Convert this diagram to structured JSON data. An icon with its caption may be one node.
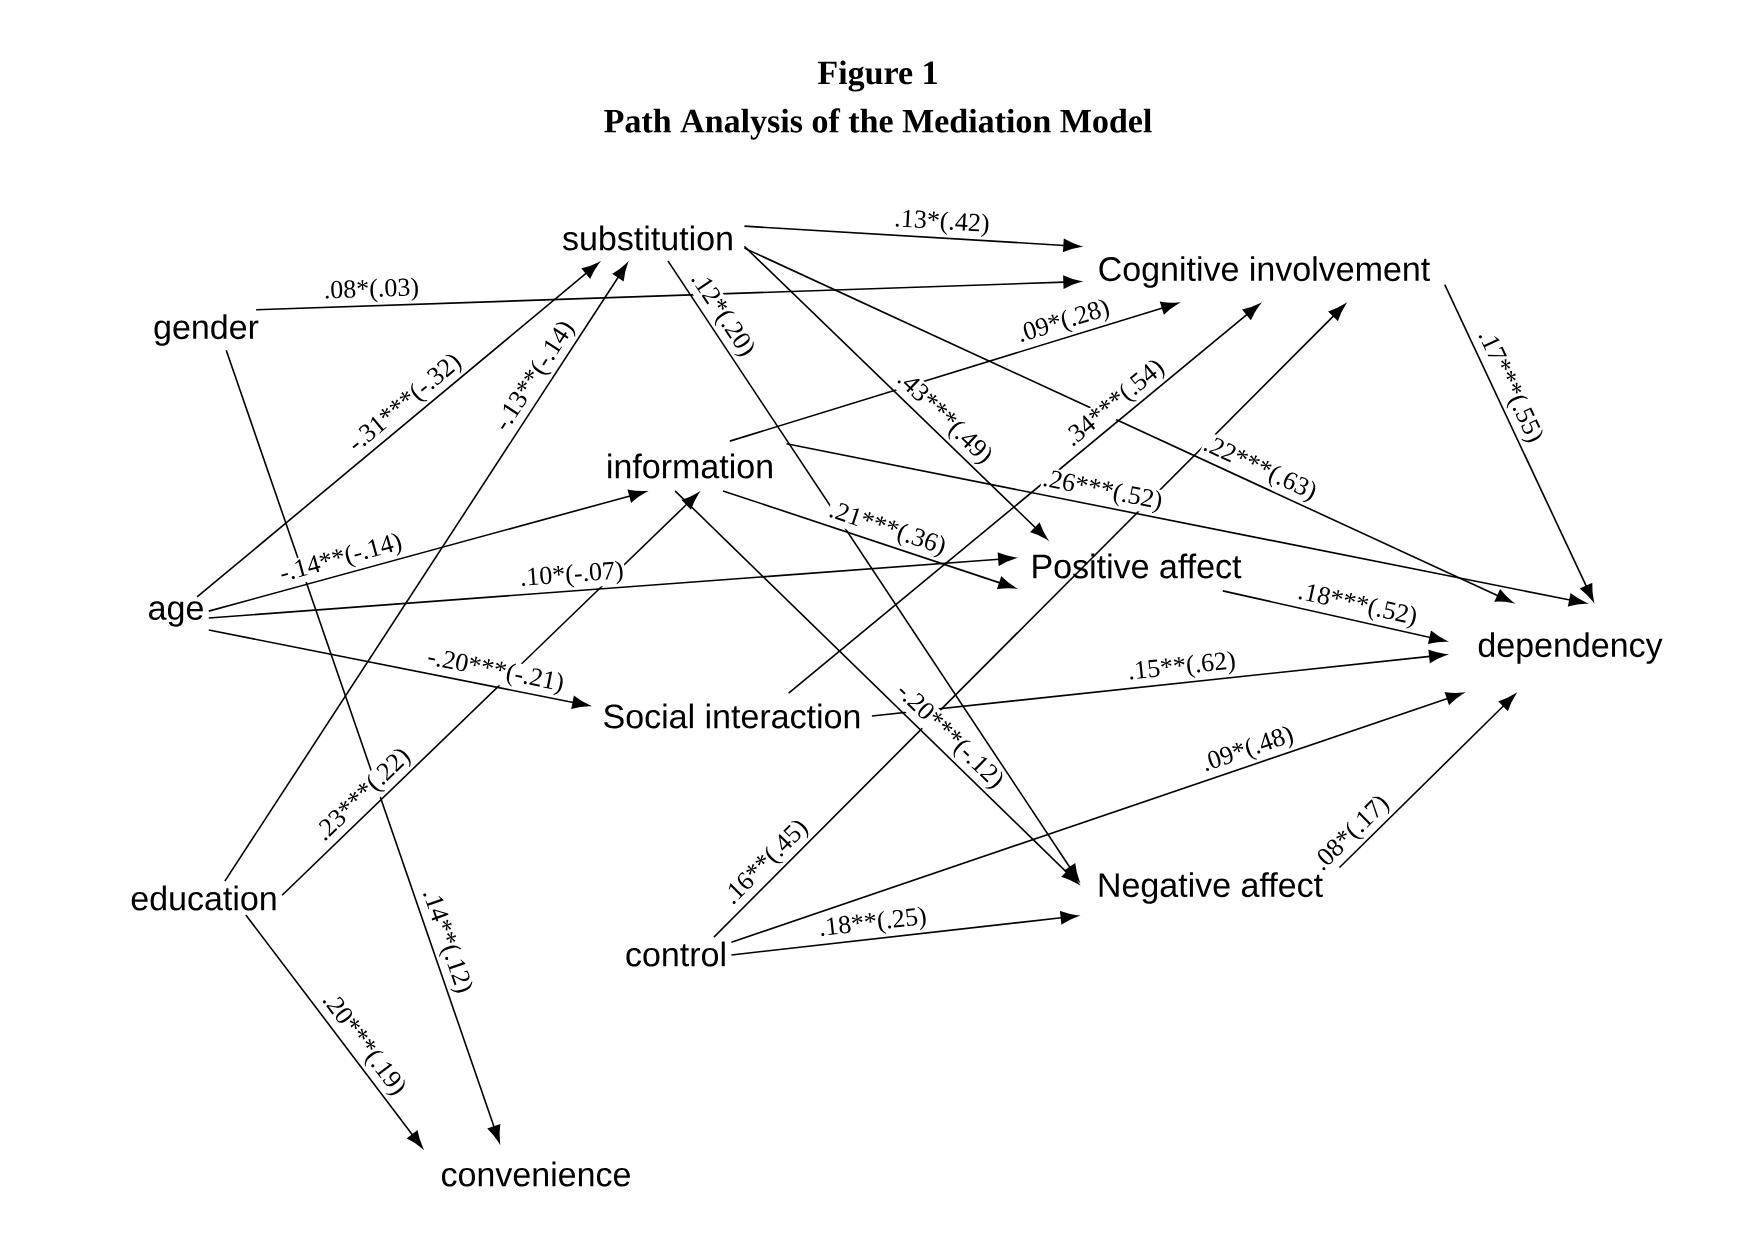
{
  "diagram": {
    "title": "Figure 1",
    "caption": "Path Analysis of the Mediation Model",
    "nodes": [
      {
        "text": [
          "gender"
        ]
      },
      {
        "text": [
          "age"
        ]
      },
      {
        "text": [
          "education"
        ]
      },
      {
        "text": [
          "control"
        ]
      },
      {
        "text": [
          "substitution"
        ]
      },
      {
        "text": [
          "information"
        ]
      },
      {
        "text": [
          "Social interaction"
        ]
      },
      {
        "text": [
          "convenience"
        ]
      },
      {
        "text": [
          "Cognitive involvement"
        ]
      },
      {
        "text": [
          "Positive affect"
        ]
      },
      {
        "text": [
          "Negative affect"
        ]
      },
      {
        "text": [
          "dependency"
        ]
      }
    ],
    "edges": [
      {
        "from": 0,
        "to": 8,
        "arrow": "to",
        "label": ".08*(.03)"
      },
      {
        "from": 0,
        "to": 7,
        "arrow": "to",
        "label": ".14**(.12)"
      },
      {
        "from": 1,
        "to": 4,
        "arrow": "to",
        "label": "-.31***(-.32)"
      },
      {
        "from": 1,
        "to": 5,
        "arrow": "to",
        "label": "-.14**(-.14)"
      },
      {
        "from": 1,
        "to": 9,
        "arrow": "to",
        "label": ".10*(-.07)"
      },
      {
        "from": 1,
        "to": 6,
        "arrow": "to",
        "label": "-.20***(-.21)"
      },
      {
        "from": 2,
        "to": 4,
        "arrow": "to",
        "label": "-.13**(-.14)"
      },
      {
        "from": 2,
        "to": 5,
        "arrow": "to",
        "label": ".23***(.22)"
      },
      {
        "from": 2,
        "to": 7,
        "arrow": "to",
        "label": ".20***(.19)"
      },
      {
        "from": 4,
        "to": 8,
        "arrow": "to",
        "label": ".13*(.42)"
      },
      {
        "from": 4,
        "to": 9,
        "arrow": "to",
        "label": ".43***(.49)"
      },
      {
        "from": 4,
        "to": 10,
        "arrow": "to",
        "label": ".12*(.20)"
      },
      {
        "from": 4,
        "to": 11,
        "arrow": "to",
        "label": ".22***(.63)"
      },
      {
        "from": 5,
        "to": 8,
        "arrow": "to",
        "label": ".09*(.28)"
      },
      {
        "from": 5,
        "to": 9,
        "arrow": "to",
        "label": ".21***(.36)"
      },
      {
        "from": 5,
        "to": 11,
        "arrow": "to",
        "label": ".26***(.52)"
      },
      {
        "from": 5,
        "to": 10,
        "arrow": "to",
        "label": "-.20***(-.12)"
      },
      {
        "from": 6,
        "to": 8,
        "arrow": "to",
        "label": ".34***(.54)"
      },
      {
        "from": 6,
        "to": 11,
        "arrow": "to",
        "label": ".15**(.62)"
      },
      {
        "from": 3,
        "to": 8,
        "arrow": "to",
        "label": ".16**(.45)"
      },
      {
        "from": 3,
        "to": 11,
        "arrow": "to",
        "label": ".09*(.48)"
      },
      {
        "from": 3,
        "to": 10,
        "arrow": "to",
        "label": ".18**(.25)"
      },
      {
        "from": 9,
        "to": 11,
        "arrow": "to",
        "label": ".18***(.52)"
      },
      {
        "from": 10,
        "to": 11,
        "arrow": "to",
        "label": ".08*(.17)"
      },
      {
        "from": 8,
        "to": 11,
        "arrow": "to",
        "label": ".17***(.55)"
      }
    ]
  }
}
